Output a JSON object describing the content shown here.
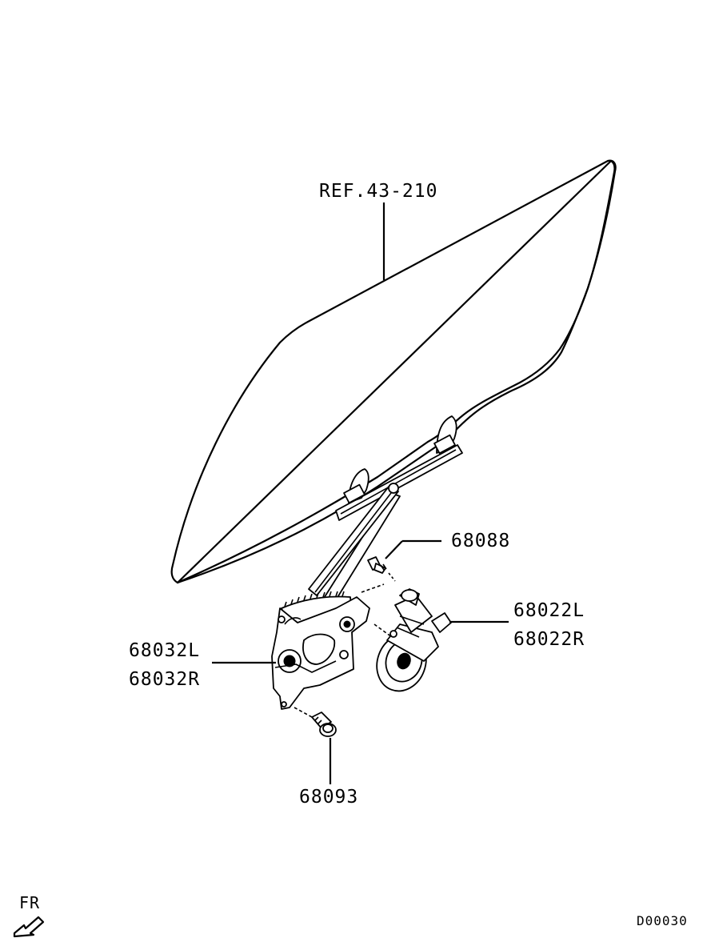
{
  "labels": {
    "ref_glass": "REF.43-210",
    "bolt_motor": "68088",
    "motor_left": "68022L",
    "motor_right": "68022R",
    "regulator_left": "68032L",
    "regulator_right": "68032R",
    "bolt_regulator": "68093",
    "front_indicator": "FR",
    "diagram_code": "D00030"
  },
  "icons": {
    "front_arrow": "arrow-down-left-icon"
  }
}
